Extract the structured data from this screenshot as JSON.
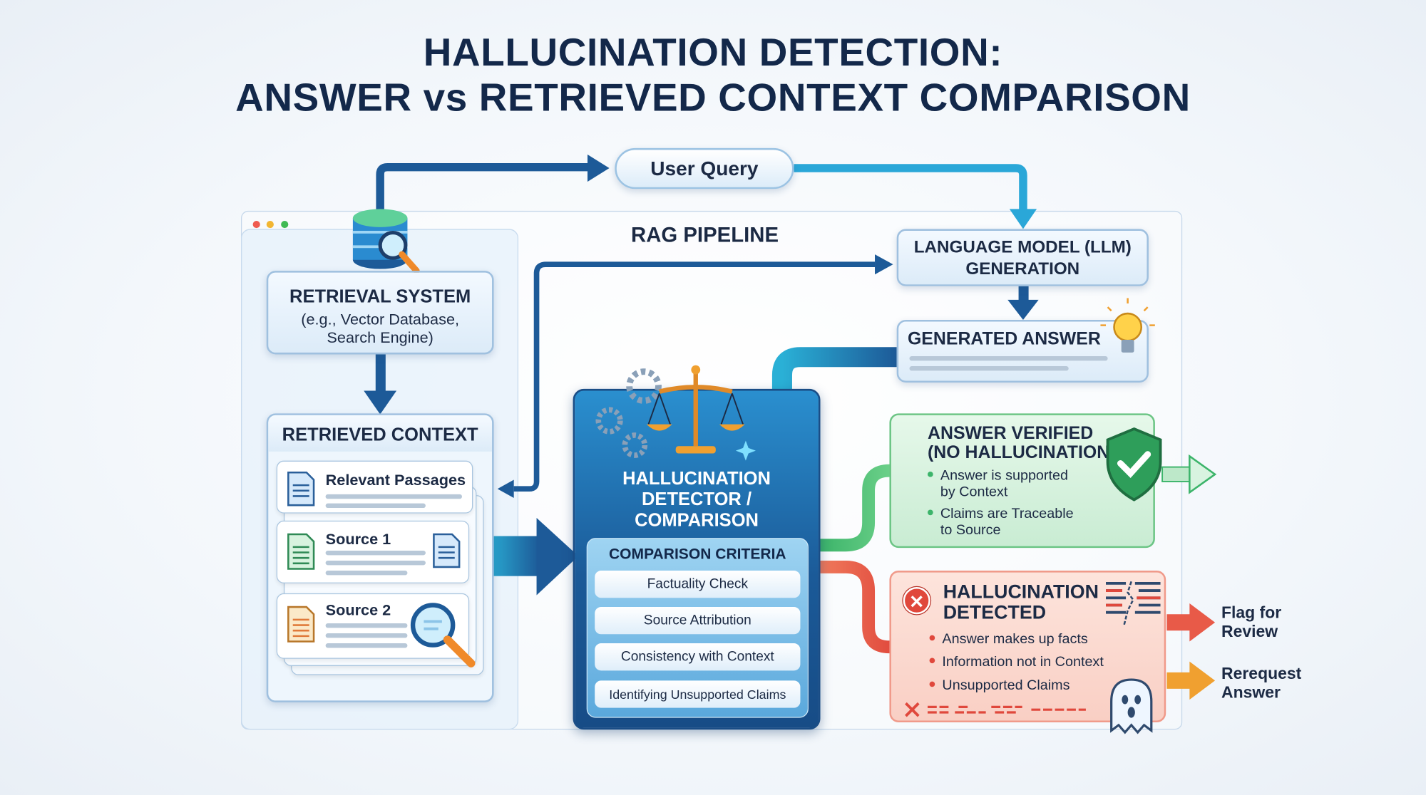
{
  "title": {
    "line1": "HALLUCINATION DETECTION:",
    "line2": "ANSWER vs RETRIEVED CONTEXT COMPARISON"
  },
  "user_query": "User Query",
  "pipeline_label": "RAG PIPELINE",
  "retrieval": {
    "title": "RETRIEVAL SYSTEM",
    "subtitle_line1": "(e.g., Vector Database,",
    "subtitle_line2": "Search Engine)"
  },
  "context": {
    "title": "RETRIEVED CONTEXT",
    "cards": [
      "Relevant Passages",
      "Source 1",
      "Source 2"
    ]
  },
  "llm": {
    "line1": "LANGUAGE MODEL (LLM)",
    "line2": "GENERATION"
  },
  "generated_answer": "GENERATED ANSWER",
  "detector": {
    "line1": "HALLUCINATION",
    "line2": "DETECTOR /",
    "line3": "COMPARISON",
    "criteria_title": "COMPARISON CRITERIA",
    "criteria": [
      "Factuality Check",
      "Source Attribution",
      "Consistency with Context",
      "Identifying Unsupported Claims"
    ]
  },
  "verified": {
    "line1": "ANSWER VERIFIED",
    "line2": "(NO HALLUCINATION)",
    "bullets": [
      [
        "Answer is supported",
        "by Context"
      ],
      [
        "Claims are Traceable",
        "to Source"
      ]
    ]
  },
  "hallucination": {
    "line1": "HALLUCINATION",
    "line2": "DETECTED",
    "bullets": [
      "Answer makes up facts",
      "Information not in Context",
      "Unsupported Claims"
    ]
  },
  "outcomes": {
    "flag": [
      "Flag for",
      "Review"
    ],
    "rerequest": [
      "Rerequest",
      "Answer"
    ]
  },
  "colors": {
    "dark_blue": "#1d5a98",
    "light_blue": "#2aa7d8",
    "green": "#3cb46a",
    "red": "#e0483c",
    "orange": "#f0a030",
    "navy_text": "#13284a"
  },
  "icons": [
    "database-search-icon",
    "document-icon",
    "magnifier-icon",
    "lightbulb-icon",
    "scales-icon",
    "gear-icon",
    "shield-check-icon",
    "error-x-icon",
    "ghost-icon",
    "broken-text-icon"
  ]
}
